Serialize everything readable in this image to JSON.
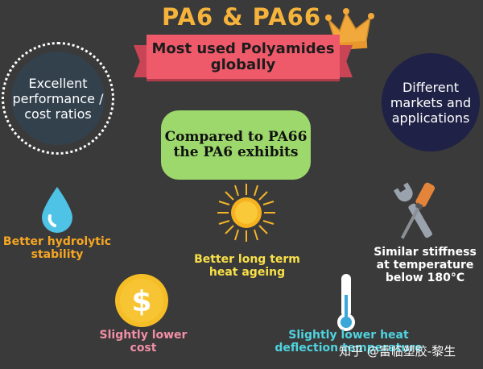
{
  "title": "PA6 & PA66",
  "ribbon": "Most used Polyamides globally",
  "left_circle": "Excellent performance / cost ratios",
  "right_circle": "Different markets and applications",
  "badge": "Compared to PA66 the PA6 exhibits",
  "features": {
    "hydrolytic": "Better hydrolytic stability",
    "heat_ageing": "Better long term heat ageing",
    "stiffness": "Similar stiffness at temperature below 180°C",
    "cost": "Slightly lower cost",
    "deflection": "Slightly lower heat deflection temperature"
  },
  "icons": {
    "crown": "crown-icon",
    "drop": "water-drop-icon",
    "sun": "sun-icon",
    "tools": "wrench-screwdriver-icon",
    "dollar": "dollar-coin-icon",
    "thermo": "thermometer-icon"
  },
  "colors": {
    "background": "#3a3a3a",
    "title": "#f5b33c",
    "ribbon": "#ef5a6b",
    "badge": "#9cd86b",
    "right_circle": "#1f2146"
  },
  "watermark": "知乎 @富临塑胶-黎生"
}
